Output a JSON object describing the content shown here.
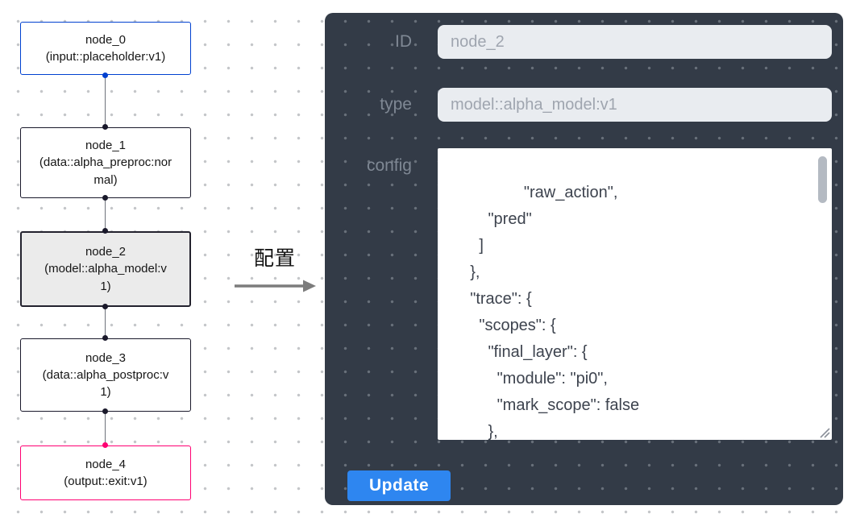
{
  "colors": {
    "input-node": "#0041d0",
    "default-node": "#1a192b",
    "output-node": "#ff0072",
    "selected-bg": "#ebebeb",
    "panel-bg": "#333b47",
    "field-bg": "#e9ecf0",
    "field-text": "#9fa5af",
    "label-text": "#7f8894",
    "button-bg": "#2e86f0"
  },
  "flowchart": {
    "nodes": [
      {
        "title": "node_0",
        "subtitle": "(input::placeholder:v1)"
      },
      {
        "title": "node_1",
        "subtitle": "(data::alpha_preproc:normal)"
      },
      {
        "title": "node_2",
        "subtitle": "(model::alpha_model:v1)"
      },
      {
        "title": "node_3",
        "subtitle": "(data::alpha_postproc:v1)"
      },
      {
        "title": "node_4",
        "subtitle": "(output::exit:v1)"
      }
    ]
  },
  "transition": {
    "label": "配置"
  },
  "panel": {
    "id_label": "ID",
    "id_value": "node_2",
    "type_label": "type",
    "type_value": "model::alpha_model:v1",
    "config_label": "config",
    "config_value": "        \"raw_action\",\n        \"pred\"\n      ]\n    },\n    \"trace\": {\n      \"scopes\": {\n        \"final_layer\": {\n          \"module\": \"pi0\",\n          \"mark_scope\": false\n        },\n        \"action_model\": {",
    "update_label": "Update"
  }
}
